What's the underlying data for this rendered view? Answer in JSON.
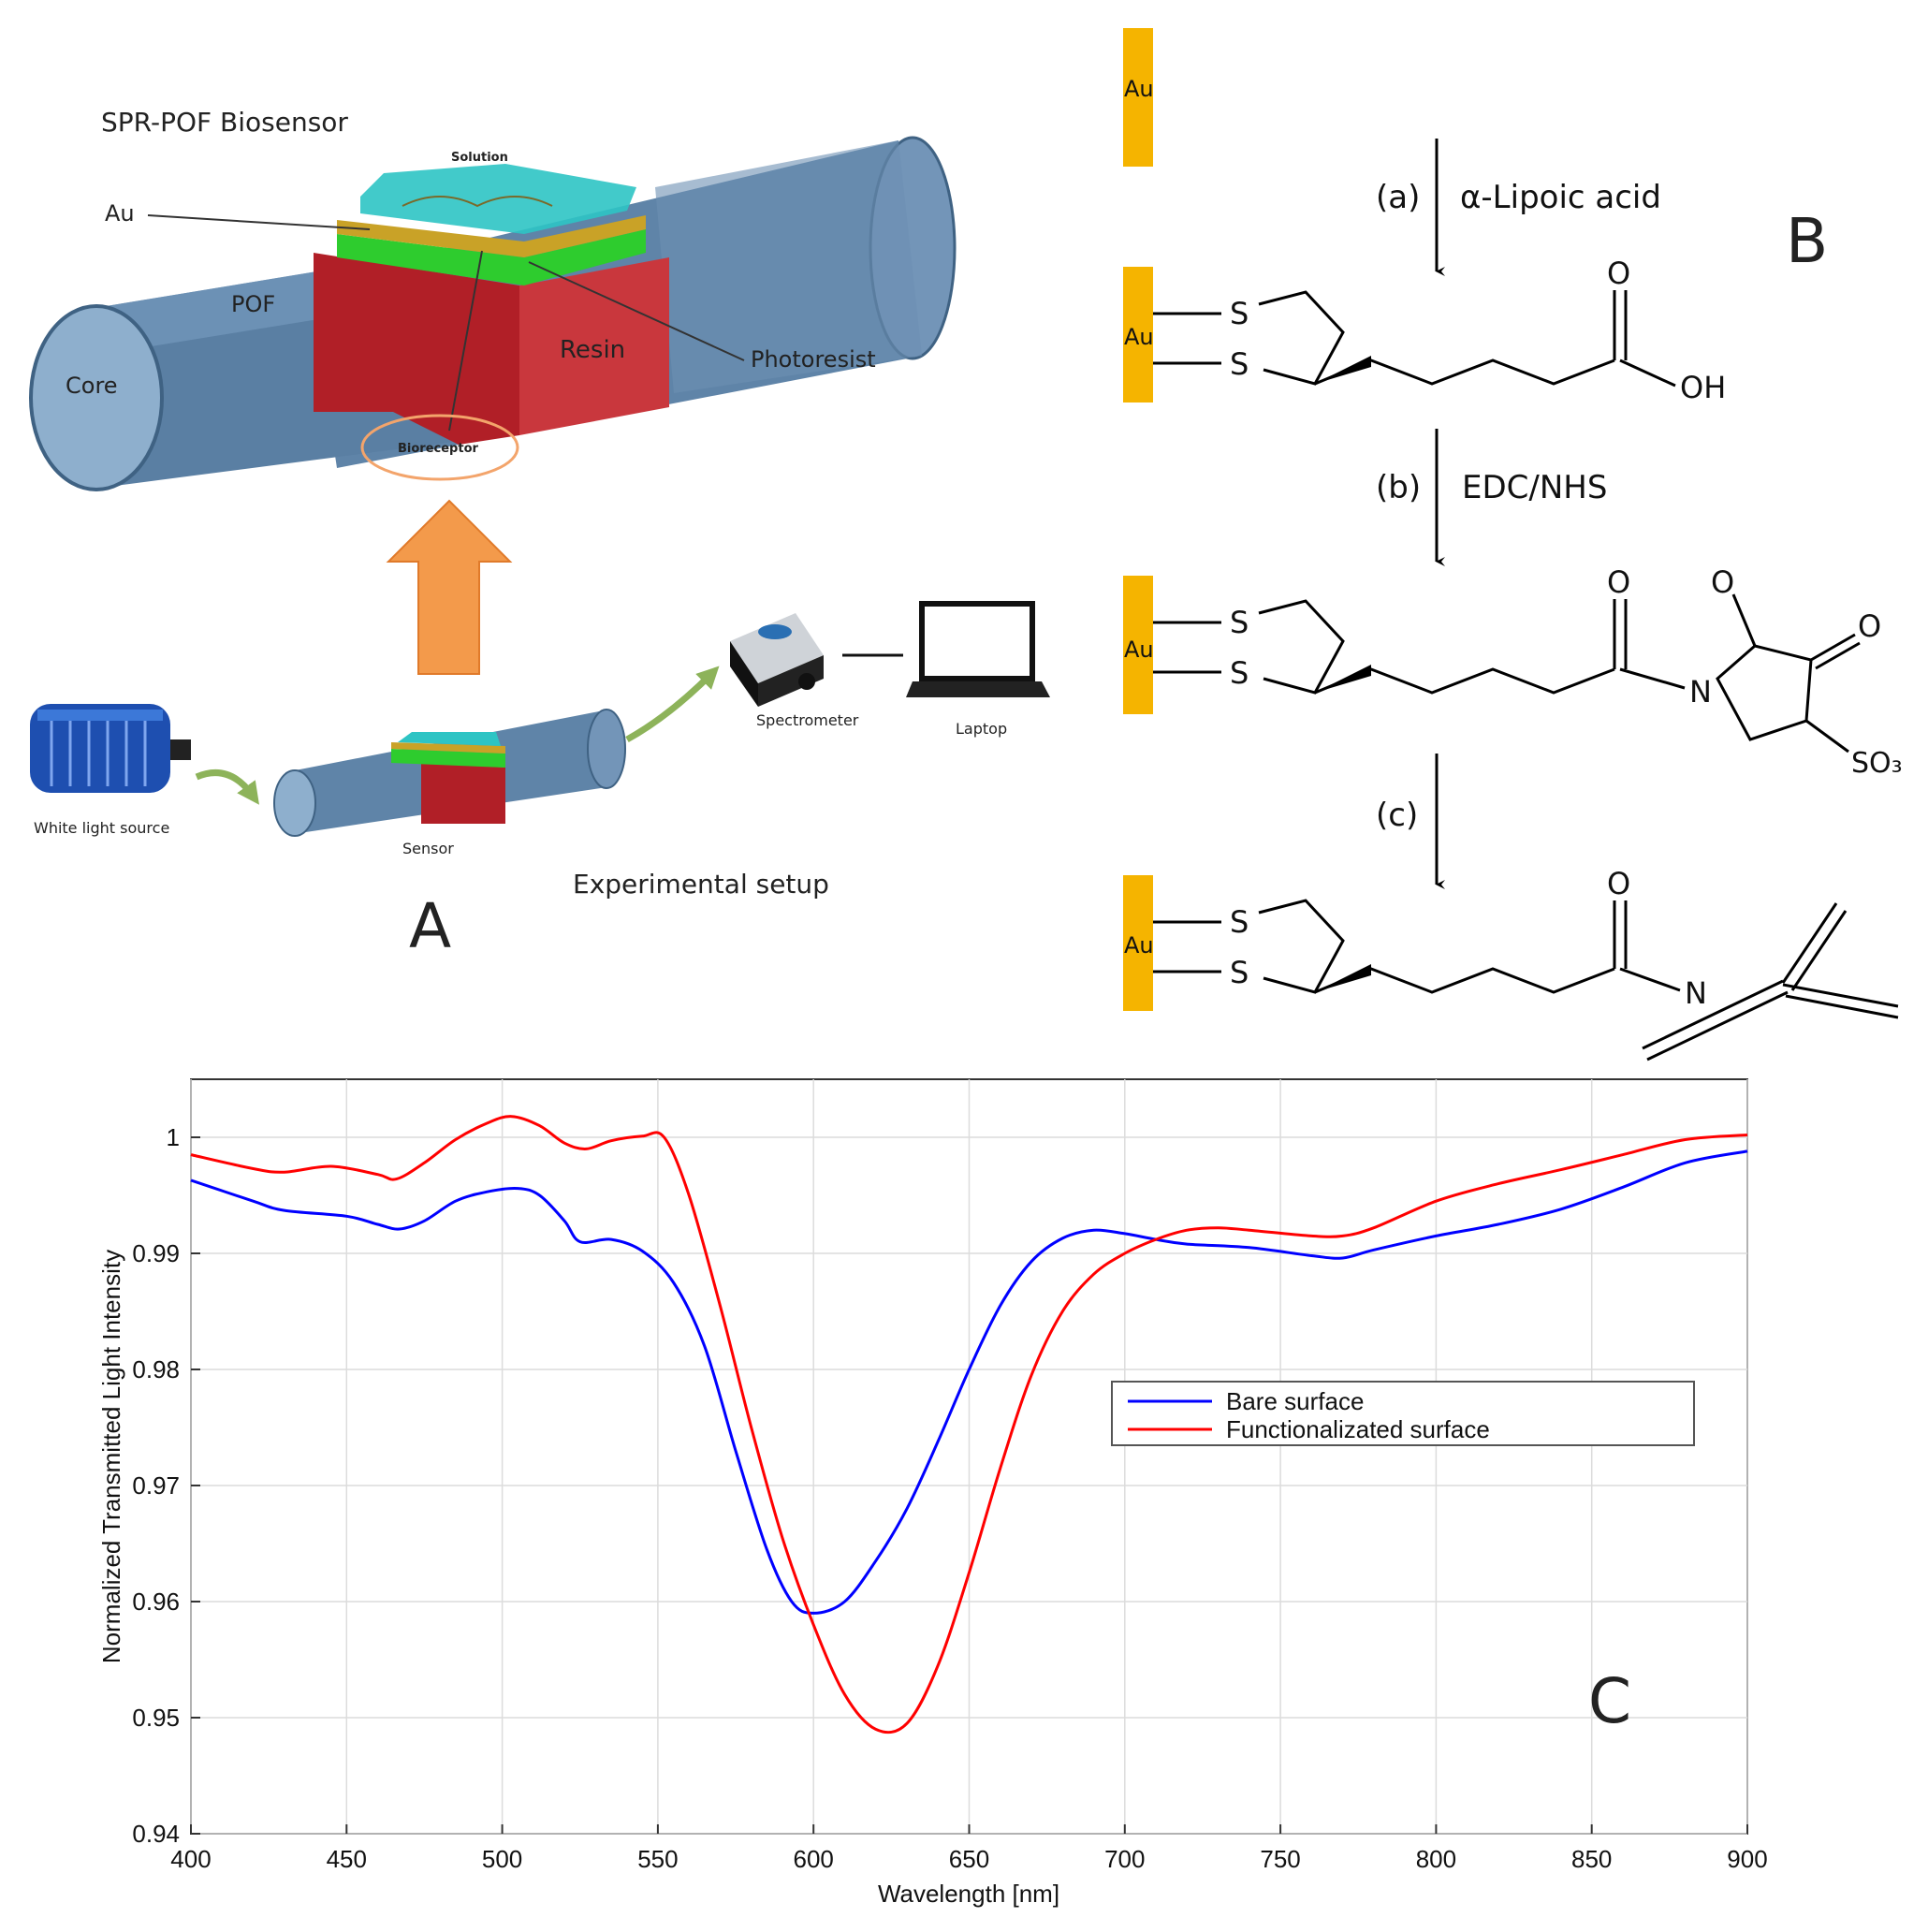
{
  "panel_a": {
    "letter": "A",
    "title": "SPR-POF Biosensor",
    "labels": {
      "au": "Au",
      "pof": "POF",
      "core": "Core",
      "resin": "Resin",
      "photoresist": "Photoresist",
      "solution": "Solution",
      "bioreceptor": "Bioreceptor",
      "white_light_source": "White light source",
      "sensor": "Sensor",
      "spectrometer": "Spectrometer",
      "laptop": "Laptop",
      "experimental_setup": "Experimental setup"
    },
    "colors": {
      "fiber": "#5f84a8",
      "resin": "#c2272d",
      "photoresist": "#2ecc2e",
      "gold": "#c9a227",
      "solution": "#2ec4c4",
      "arrow": "#f39a4b",
      "flow_arrow": "#8db35a"
    }
  },
  "panel_b": {
    "letter": "B",
    "au_label": "Au",
    "steps": [
      {
        "label": "(a)",
        "reagent": "α-Lipoic acid"
      },
      {
        "label": "(b)",
        "reagent": "EDC/NHS"
      },
      {
        "label": "(c)",
        "reagent": ""
      }
    ],
    "atoms": {
      "s": "S",
      "o": "O",
      "oh": "OH",
      "n": "N",
      "so3": "SO₃"
    },
    "gold_color": "#f5b400"
  },
  "panel_c": {
    "letter": "C"
  },
  "chart_data": {
    "type": "line",
    "title": "",
    "xlabel": "Wavelength [nm]",
    "ylabel": "Normalized Transmitted Light Intensity",
    "xlim": [
      400,
      900
    ],
    "ylim": [
      0.94,
      1.005
    ],
    "xticks": [
      400,
      450,
      500,
      550,
      600,
      650,
      700,
      750,
      800,
      850,
      900
    ],
    "yticks": [
      0.94,
      0.95,
      0.96,
      0.97,
      0.98,
      0.99,
      1
    ],
    "ytick_labels": [
      "0.94",
      "0.95",
      "0.96",
      "0.97",
      "0.98",
      "0.99",
      "1"
    ],
    "grid": true,
    "legend_position": "right",
    "series": [
      {
        "name": "Bare surface",
        "color": "#0000ff",
        "x": [
          400,
          420,
          430,
          450,
          460,
          467,
          475,
          485,
          495,
          505,
          512,
          520,
          525,
          535,
          545,
          555,
          565,
          575,
          585,
          593,
          600,
          610,
          620,
          630,
          640,
          650,
          660,
          670,
          680,
          690,
          700,
          710,
          720,
          740,
          760,
          770,
          780,
          800,
          820,
          840,
          860,
          880,
          900
        ],
        "y": [
          0.9963,
          0.9945,
          0.9937,
          0.9932,
          0.9925,
          0.9921,
          0.9928,
          0.9945,
          0.9953,
          0.9956,
          0.995,
          0.9928,
          0.991,
          0.9912,
          0.9902,
          0.9875,
          0.982,
          0.973,
          0.9645,
          0.96,
          0.959,
          0.96,
          0.9635,
          0.968,
          0.9738,
          0.98,
          0.9855,
          0.9893,
          0.9913,
          0.992,
          0.9917,
          0.9912,
          0.9908,
          0.9905,
          0.9898,
          0.9896,
          0.9903,
          0.9915,
          0.9925,
          0.9938,
          0.9957,
          0.9978,
          0.9988
        ]
      },
      {
        "name": "Functionalizated surface",
        "color": "#ff0000",
        "x": [
          400,
          420,
          430,
          445,
          460,
          466,
          475,
          485,
          495,
          503,
          512,
          520,
          527,
          535,
          545,
          552,
          560,
          570,
          580,
          590,
          600,
          610,
          620,
          630,
          640,
          650,
          660,
          670,
          680,
          690,
          700,
          710,
          720,
          730,
          740,
          760,
          770,
          780,
          800,
          820,
          840,
          860,
          880,
          900
        ],
        "y": [
          0.9985,
          0.9973,
          0.997,
          0.9975,
          0.9968,
          0.9964,
          0.9978,
          0.9998,
          1.0012,
          1.0018,
          1.001,
          0.9995,
          0.999,
          0.9997,
          1.0001,
          1,
          0.995,
          0.9855,
          0.975,
          0.9655,
          0.958,
          0.952,
          0.949,
          0.9495,
          0.9545,
          0.9625,
          0.9715,
          0.9795,
          0.985,
          0.9882,
          0.99,
          0.9912,
          0.992,
          0.9922,
          0.992,
          0.9915,
          0.9915,
          0.9922,
          0.9945,
          0.996,
          0.9972,
          0.9985,
          0.9998,
          1.0002
        ]
      }
    ]
  }
}
